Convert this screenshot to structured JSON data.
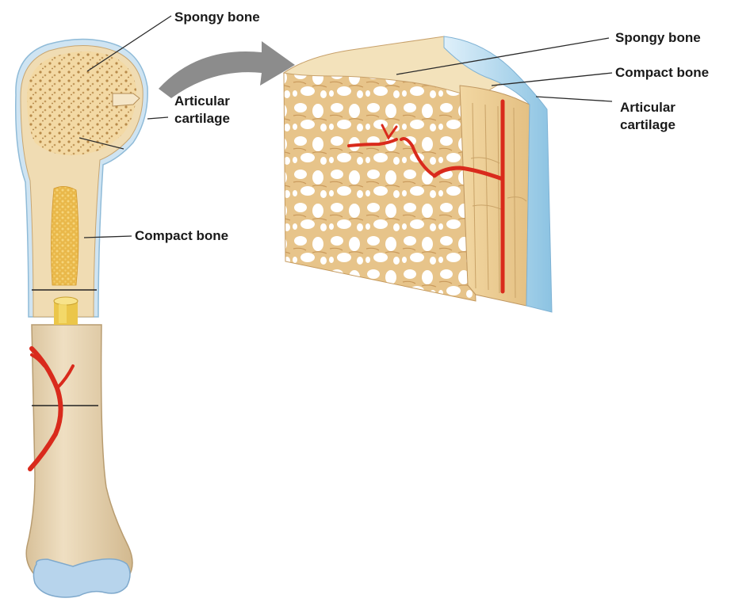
{
  "labels": {
    "bone_spongy": "Spongy bone",
    "bone_articular_line1": "Articular",
    "bone_articular_line2": "cartilage",
    "bone_compact": "Compact bone",
    "detail_spongy": "Spongy bone",
    "detail_compact": "Compact bone",
    "detail_articular_line1": "Articular",
    "detail_articular_line2": "cartilage"
  },
  "colors": {
    "spongy_fill": "#f1d7a0",
    "bone_shaft": "#e8d6b4",
    "cartilage": "#bcd8ec",
    "marrow": "#e9b84a",
    "vessel": "#d92a1c",
    "arrow": "#8c8c8c",
    "leader": "#2a2a2a"
  }
}
